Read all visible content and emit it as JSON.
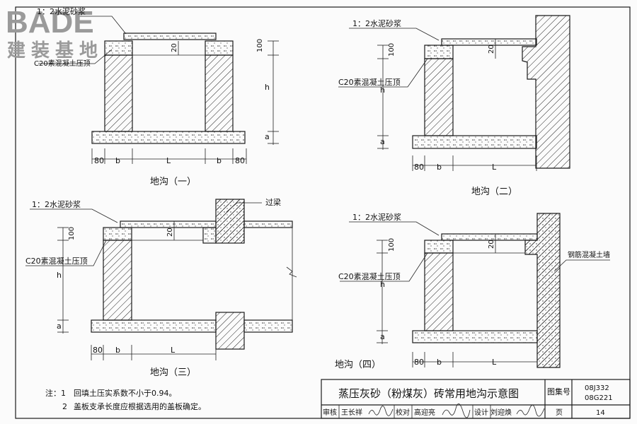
{
  "logo": {
    "brand": "BADE",
    "subtitle": "建装基地"
  },
  "labels": {
    "mortar": "1：2水泥砂浆",
    "c20": "C20素混凝土压顶",
    "lintel": "过梁",
    "rc_wall": "钢筋混凝土墙",
    "dim80": "80",
    "dim_b": "b",
    "dim_L": "L",
    "dim_h": "h",
    "dim_a": "a",
    "dim100": "100",
    "dim20": "20"
  },
  "captions": {
    "d1": "地沟（一）",
    "d2": "地沟（二）",
    "d3": "地沟（三）",
    "d4": "地沟（四）"
  },
  "notes": {
    "lead": "注：1",
    "n1": "回填土压实系数不小于0.94。",
    "n2_num": "2",
    "n2": "盖板支承长度应根据选用的盖板确定。"
  },
  "title_block": {
    "title": "蒸压灰砂（粉煤灰）砖常用地沟示意图",
    "atlas_label": "图集号",
    "atlas_no1": "08J332",
    "atlas_no2": "08G221",
    "review_label": "审核",
    "reviewer": "王长祥",
    "check_label": "校对",
    "checker": "高迎亮",
    "design_label": "设计",
    "designer": "刘迎焕",
    "page_label": "页",
    "page_no": "14"
  },
  "colors": {
    "ink": "#1b1b1b",
    "paper": "#fbfbfb",
    "logo": "#9a9a9a"
  }
}
